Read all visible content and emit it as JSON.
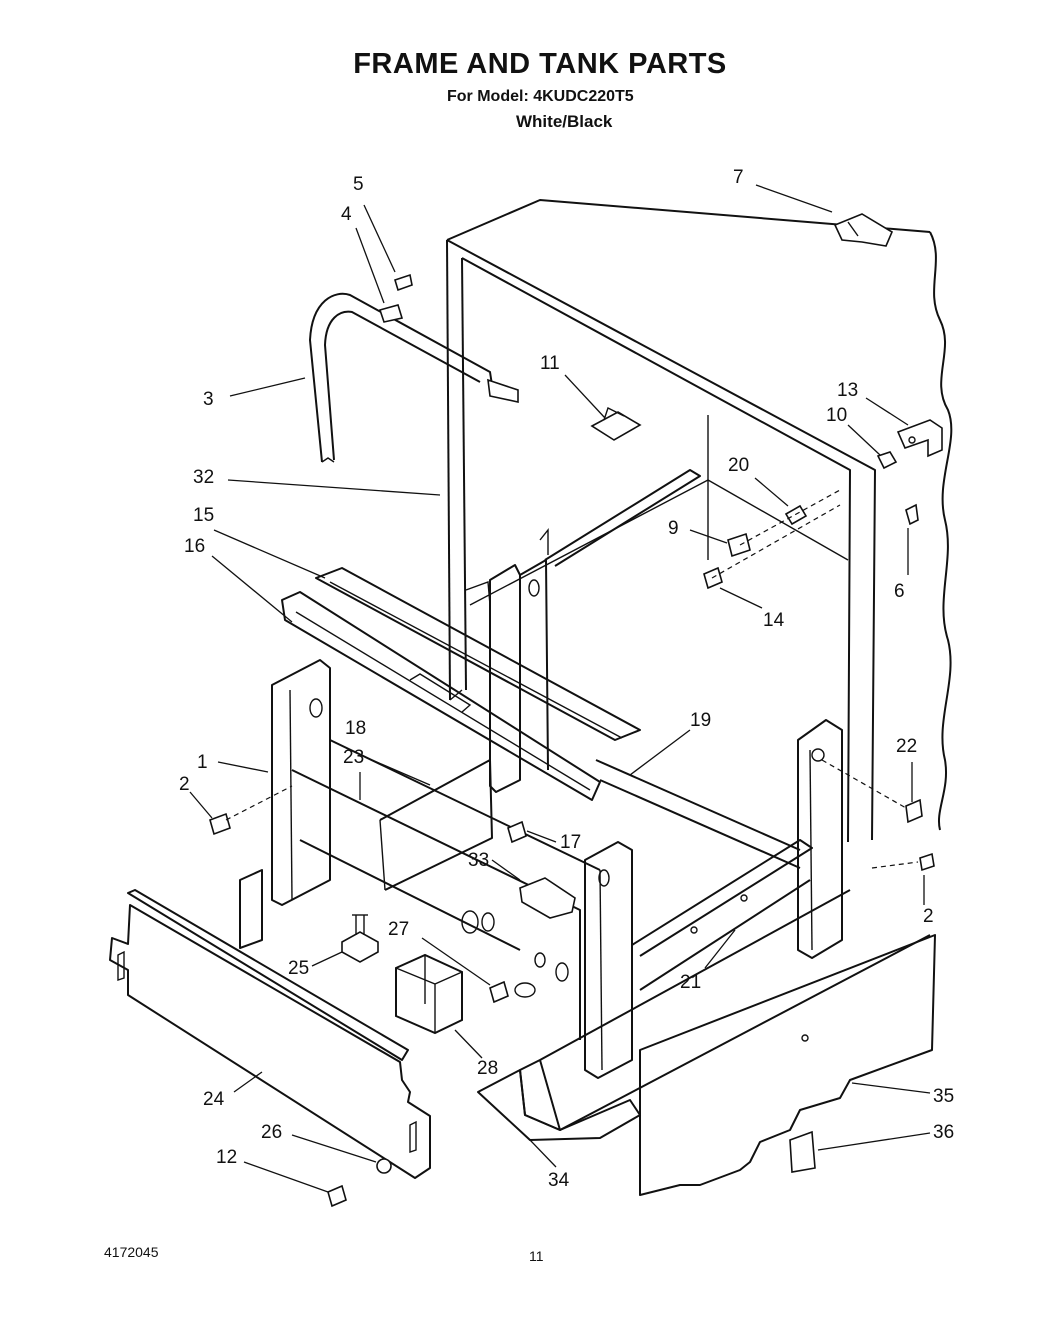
{
  "header": {
    "title": "FRAME AND TANK PARTS",
    "model_line": "For Model: 4KUDC220T5",
    "color_line": "White/Black"
  },
  "footer": {
    "doc_number": "4172045",
    "page_number": "11"
  },
  "callouts": [
    "1",
    "2",
    "2",
    "3",
    "4",
    "5",
    "6",
    "7",
    "9",
    "10",
    "11",
    "12",
    "13",
    "14",
    "15",
    "16",
    "17",
    "18",
    "19",
    "20",
    "21",
    "22",
    "23",
    "24",
    "25",
    "26",
    "27",
    "28",
    "32",
    "33",
    "34",
    "35",
    "36"
  ]
}
